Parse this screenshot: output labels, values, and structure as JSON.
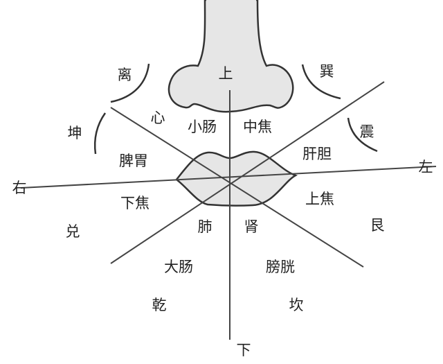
{
  "labels": {
    "li": "离",
    "xun": "巽",
    "shang_top": "上",
    "xin": "心",
    "xiaochang": "小肠",
    "zhongjiao": "中焦",
    "kun": "坤",
    "zhen": "震",
    "piwei": "脾胃",
    "gandan": "肝胆",
    "you": "右",
    "zuo": "左",
    "xiajiao": "下焦",
    "shangjiao": "上焦",
    "dui": "兑",
    "fei": "肺",
    "shen": "肾",
    "gen": "艮",
    "dachang": "大肠",
    "pangguang": "膀胱",
    "qian": "乾",
    "kan": "坎",
    "xia_bottom": "下"
  },
  "colors": {
    "line": "#333333",
    "fill": "#e6e6e6"
  }
}
